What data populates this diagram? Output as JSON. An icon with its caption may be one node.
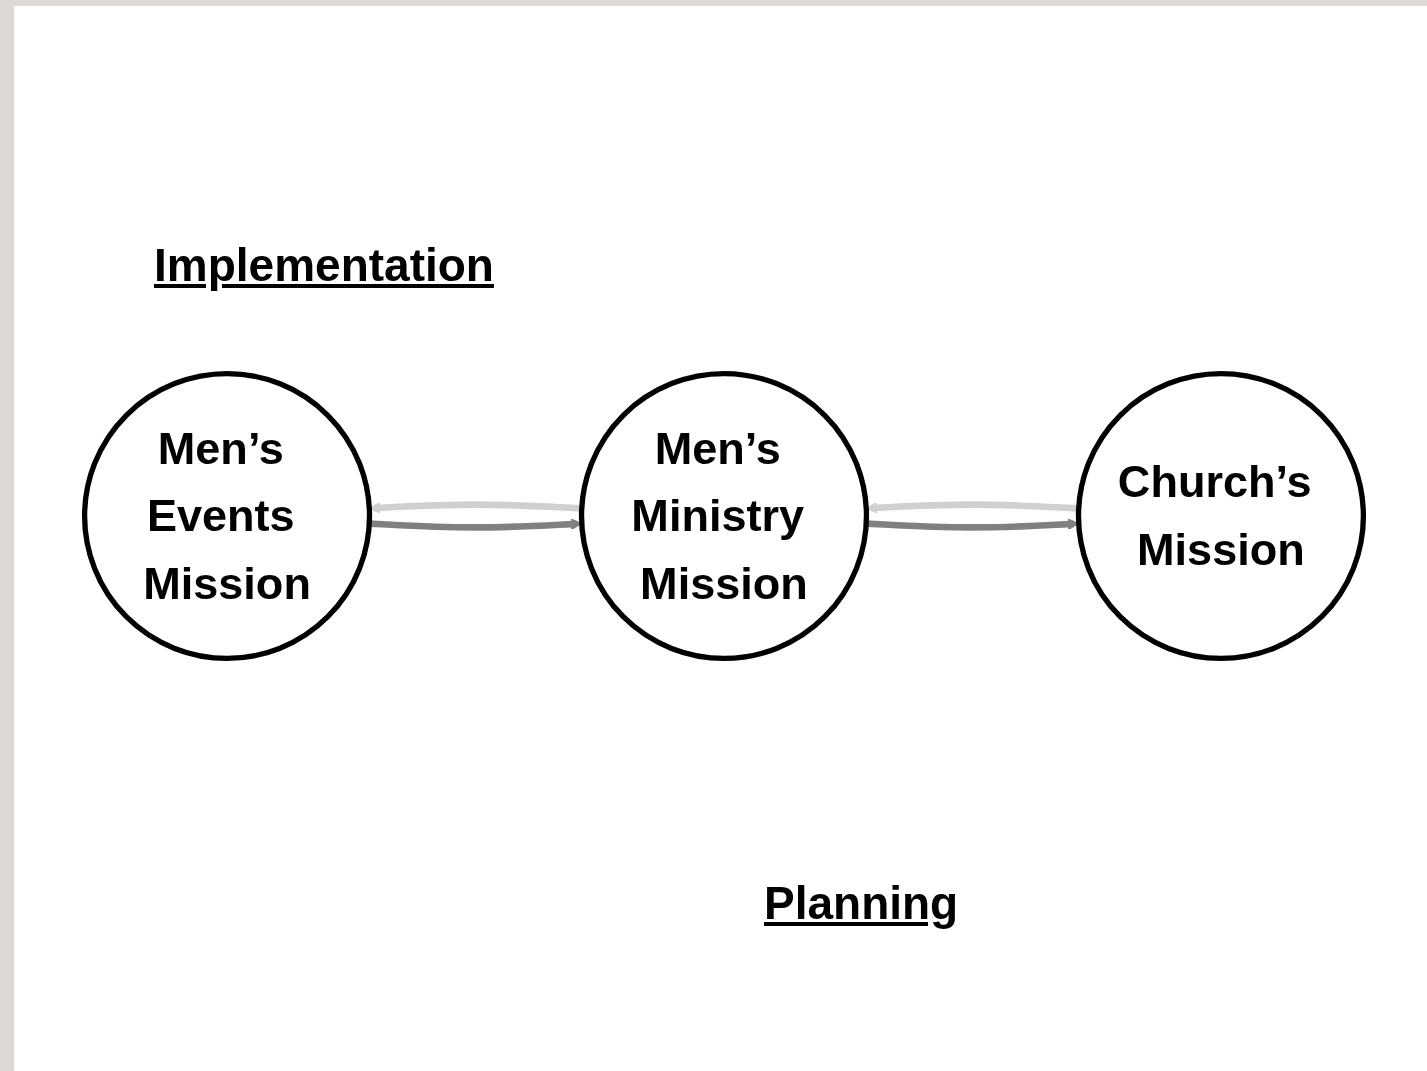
{
  "diagram": {
    "nodes": [
      {
        "text": [
          "Church’s Mission"
        ]
      },
      {
        "text": [
          "Men’s Ministry Mission"
        ]
      },
      {
        "text": [
          "Men’s Events Mission"
        ]
      }
    ],
    "edges": [
      {
        "from": 1,
        "to": 0,
        "arrow": "to",
        "color": "#808080"
      },
      {
        "from": 2,
        "to": 1,
        "arrow": "to",
        "color": "#808080"
      },
      {
        "from": 0,
        "to": 1,
        "arrow": "to",
        "color": "#d0d0d0"
      },
      {
        "from": 1,
        "to": 2,
        "arrow": "to",
        "color": "#d0d0d0"
      }
    ],
    "labels": [
      "Implementation",
      "Planning"
    ]
  }
}
